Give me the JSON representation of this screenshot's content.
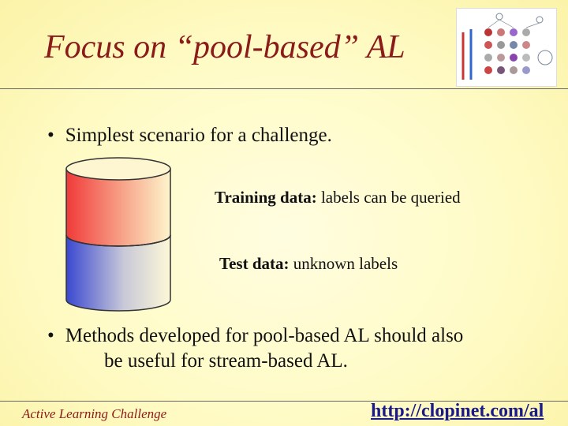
{
  "slide": {
    "title": "Focus on “pool-based” AL",
    "bullet1": "Simplest scenario for a challenge.",
    "training_label_bold": "Training data:",
    "training_label_rest": " labels can be queried",
    "test_label_bold": "Test data:",
    "test_label_rest": " unknown labels",
    "bullet2_line1": "Methods developed for pool-based AL should also",
    "bullet2_line2": "be useful for stream-based AL.",
    "bullet_symbol": "•"
  },
  "footer": {
    "left": "Active Learning Challenge",
    "right": "http://clopinet.com/al"
  },
  "colors": {
    "title": "#8b1a1a",
    "training_fill": "#f04040",
    "test_fill": "#4050d0",
    "link": "#1a1a8b"
  }
}
